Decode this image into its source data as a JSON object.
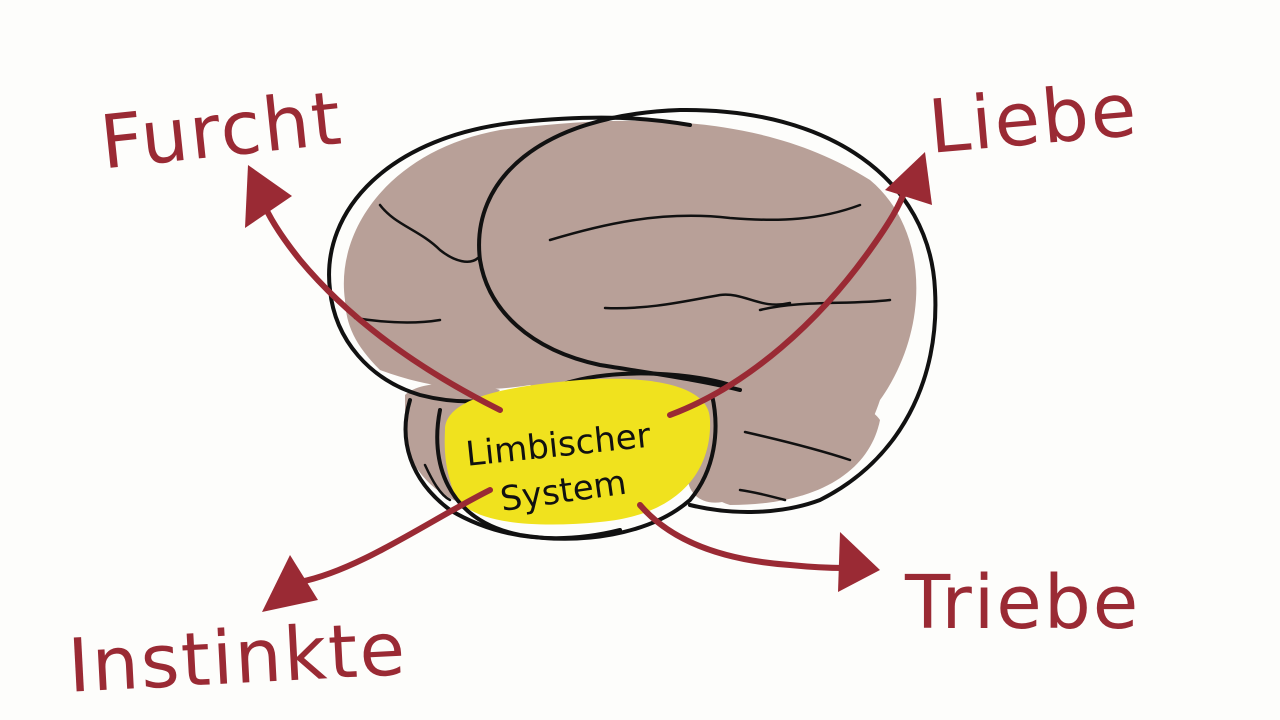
{
  "center": {
    "line1": "Limbischer",
    "line2": "System"
  },
  "labels": {
    "top_left": "Furcht",
    "top_right": "Liebe",
    "bottom_left": "Instinkte",
    "bottom_right": "Triebe"
  },
  "colors": {
    "ink": "#9a2a34",
    "brain_fill": "#b8a098",
    "limbic_fill": "#f0e21e",
    "outline": "#111111",
    "background": "#fdfdfb"
  }
}
